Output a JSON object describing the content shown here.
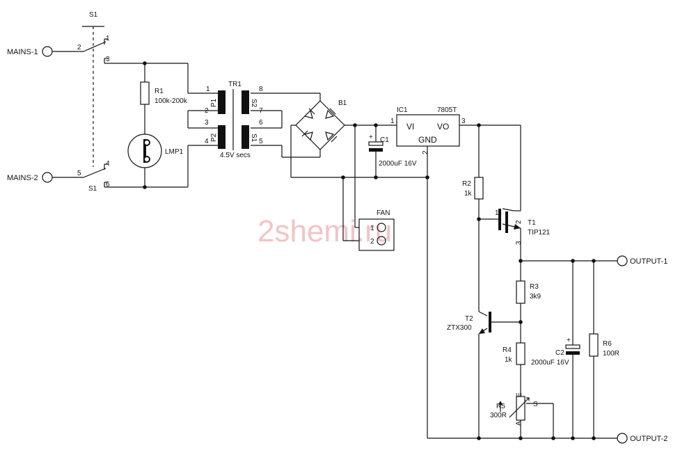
{
  "watermark": "2shemi.ru",
  "terminals": {
    "mains1": "MAINS-1",
    "mains2": "MAINS-2",
    "output1": "OUTPUT-1",
    "output2": "OUTPUT-2"
  },
  "switch": {
    "name_top": "S1",
    "name_bottom": "S1",
    "pins": [
      "1",
      "2",
      "3",
      "4",
      "5",
      "6"
    ]
  },
  "r1": {
    "name": "R1",
    "value": "100k-200k"
  },
  "lamp": {
    "name": "LMP1"
  },
  "transformer": {
    "name": "TR1",
    "secondary_voltage": "4.5V secs",
    "windings": [
      "P1",
      "P2",
      "S2",
      "S1"
    ],
    "pins": [
      "1",
      "2",
      "3",
      "4",
      "5",
      "6",
      "7",
      "8"
    ]
  },
  "bridge": {
    "name": "B1"
  },
  "c1": {
    "name": "C1",
    "value": "2000uF 16V",
    "polarity": "+"
  },
  "ic1": {
    "name": "IC1",
    "part": "7805T",
    "vi": "VI",
    "vo": "VO",
    "gnd": "GND",
    "pins": [
      "1",
      "2",
      "3"
    ]
  },
  "fan": {
    "name": "FAN",
    "pins": [
      "1",
      "2"
    ]
  },
  "r2": {
    "name": "R2",
    "value": "1k"
  },
  "t1": {
    "name": "T1",
    "part": "TIP121",
    "pins": [
      "1",
      "2",
      "3"
    ]
  },
  "r3": {
    "name": "R3",
    "value": "3k9"
  },
  "t2": {
    "name": "T2",
    "part": "ZTX300"
  },
  "r4": {
    "name": "R4",
    "value": "1k"
  },
  "c2": {
    "name": "C2",
    "value": "2000uF 16V",
    "polarity": "+"
  },
  "r6": {
    "name": "R6",
    "value": "100R"
  },
  "r5": {
    "name": "R5",
    "value": "300R",
    "pins": [
      "E",
      "S",
      "A"
    ]
  }
}
